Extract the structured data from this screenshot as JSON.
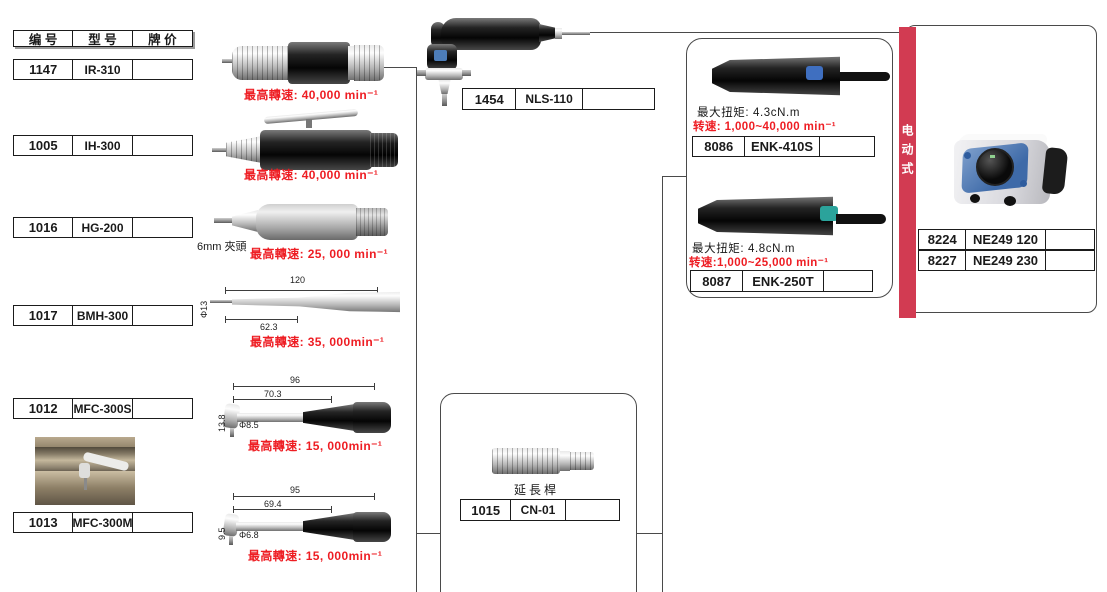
{
  "palette": {
    "red_bar": "#d23b52",
    "red_text": "#ee1d23",
    "line": "#4a4a4a"
  },
  "price_table": {
    "headers": [
      "编 号",
      "型 号",
      "牌 价"
    ]
  },
  "products": {
    "ir310": {
      "id": "1147",
      "model": "IR-310",
      "price": "",
      "spec": "最高轉速: 40,000 min⁻¹"
    },
    "ih300": {
      "id": "1005",
      "model": "IH-300",
      "price": "",
      "spec": "最高轉速: 40,000 min⁻¹"
    },
    "hg200": {
      "id": "1016",
      "model": "HG-200",
      "price": "",
      "spec": "最高轉速: 25, 000 min⁻¹",
      "note": "6mm 夾頭"
    },
    "bmh300": {
      "id": "1017",
      "model": "BMH-300",
      "price": "",
      "spec": "最高轉速: 35, 000min⁻¹",
      "dims": {
        "overall": "120",
        "front": "62.3",
        "diameter": "Φ13"
      }
    },
    "mfc300s": {
      "id": "1012",
      "model": "MFC-300S",
      "price": "",
      "spec": "最高轉速: 15, 000min⁻¹",
      "dims": {
        "overall": "96",
        "front": "70.3",
        "head_height": "13.8",
        "diameter": "Φ8.5"
      }
    },
    "mfc300m": {
      "id": "1013",
      "model": "MFC-300M",
      "price": "",
      "spec": "最高轉速: 15, 000min⁻¹",
      "dims": {
        "overall": "95",
        "front": "69.4",
        "head_height": "9.5",
        "diameter": "Φ6.8"
      }
    },
    "nls110": {
      "id": "1454",
      "model": "NLS-110",
      "price": ""
    },
    "cn01": {
      "id": "1015",
      "model": "CN-01",
      "price": "",
      "name": "延長桿"
    },
    "enk410s": {
      "id": "8086",
      "model": "ENK-410S",
      "price": "",
      "torque": "最大扭矩: 4.3cN.m",
      "speed": "转速: 1,000~40,000 min⁻¹"
    },
    "enk250t": {
      "id": "8087",
      "model": "ENK-250T",
      "price": "",
      "torque": "最大扭矩: 4.8cN.m",
      "speed": "转速:1,000~25,000 min⁻¹"
    },
    "ne249_120": {
      "id": "8224",
      "model": "NE249 120",
      "price": ""
    },
    "ne249_230": {
      "id": "8227",
      "model": "NE249 230",
      "price": ""
    }
  },
  "category_bar": {
    "label": "电动式"
  }
}
